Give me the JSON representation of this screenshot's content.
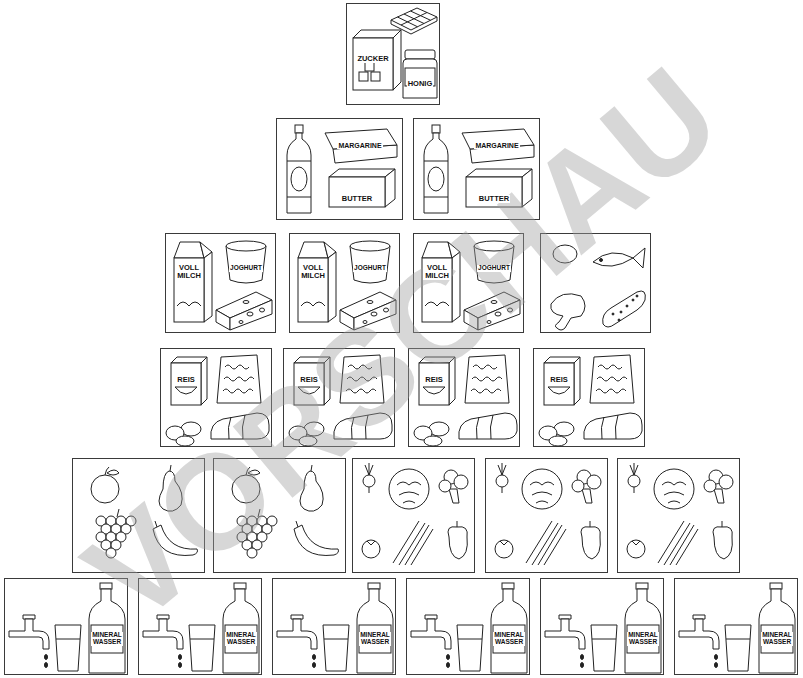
{
  "diagram": {
    "nodes": [
      {
        "text": [
          "ZUCKER",
          "HONIG"
        ]
      },
      {
        "text": [
          "MARGARINE",
          "BUTTER"
        ]
      },
      {
        "text": [
          "MARGARINE",
          "BUTTER"
        ]
      },
      {
        "text": [
          "VOLL MILCH",
          "JOGHURT"
        ]
      },
      {
        "text": [
          "VOLL MILCH",
          "JOGHURT"
        ]
      },
      {
        "text": [
          "VOLL MILCH",
          "JOGHURT"
        ]
      },
      {
        "text": [
          "REIS"
        ]
      },
      {
        "text": [
          "REIS"
        ]
      },
      {
        "text": [
          "REIS"
        ]
      },
      {
        "text": [
          "REIS"
        ]
      },
      {
        "text": [
          "MINERAL WASSER"
        ]
      },
      {
        "text": [
          "MINERAL WASSER"
        ]
      },
      {
        "text": [
          "MINERAL WASSER"
        ]
      },
      {
        "text": [
          "MINERAL WASSER"
        ]
      },
      {
        "text": [
          "MINERAL WASSER"
        ]
      },
      {
        "text": [
          "MINERAL WASSER"
        ]
      }
    ],
    "labels": [
      "VORSCHAU"
    ]
  }
}
